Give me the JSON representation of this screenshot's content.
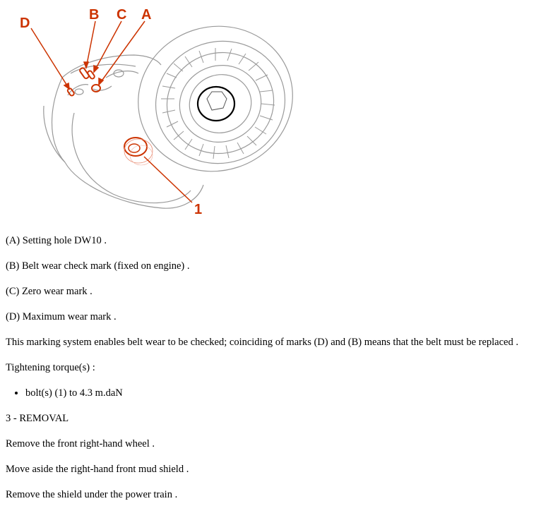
{
  "figure": {
    "callouts": {
      "a": "A",
      "b": "B",
      "c": "C",
      "d": "D",
      "one": "1"
    },
    "colors": {
      "callout": "#cc3300",
      "line": "#9a9a9a",
      "bolt": "#000000"
    }
  },
  "legend": {
    "a": "(A) Setting hole DW10 .",
    "b": "(B) Belt wear check mark (fixed on engine) .",
    "c": "(C) Zero wear mark .",
    "d": "(D) Maximum wear mark ."
  },
  "note": "This marking system enables belt wear to be checked; coinciding of marks (D) and (B) means that the belt must be replaced .",
  "torque": {
    "heading": "Tightening torque(s) :",
    "items": [
      "bolt(s) (1) to 4.3 m.daN"
    ]
  },
  "removal": {
    "heading": "3 - REMOVAL",
    "steps": [
      "Remove the front right-hand wheel .",
      "Move aside the right-hand front mud shield .",
      "Remove the shield under the power train ."
    ]
  }
}
